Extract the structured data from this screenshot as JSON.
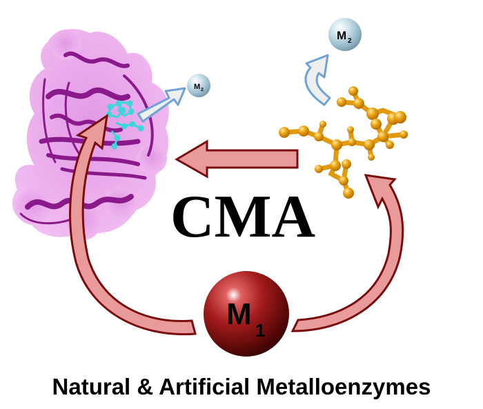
{
  "title": "CMA",
  "caption": "Natural & Artificial Metalloenzymes",
  "metals": {
    "m1": {
      "symbol": "M",
      "subscript": "1",
      "color": "#a01818"
    },
    "m2_small": {
      "symbol": "M",
      "subscript": "2",
      "color": "#bcd8e4"
    },
    "m2_large": {
      "symbol": "M",
      "subscript": "2",
      "color": "#bcd8e4"
    }
  },
  "components": {
    "protein": {
      "label": "protein-structure",
      "surface_color": "#e79ce9",
      "ribbon_color": "#8a1a8c",
      "active_site_color": "#3ed6dc"
    },
    "ligand": {
      "label": "ligand-molecule",
      "color": "#e8a010"
    },
    "arrows": {
      "fill": "#e99a9a",
      "stroke": "#7a0c0c",
      "release_fill": "#eeeeee",
      "release_stroke": "#6fa3d6"
    }
  }
}
